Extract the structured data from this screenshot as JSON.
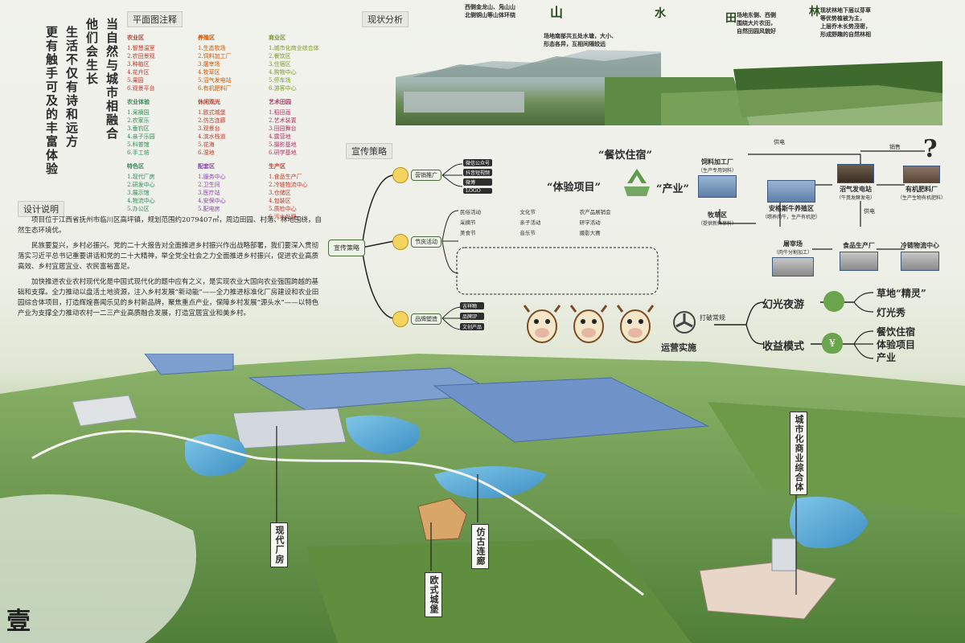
{
  "header": {
    "legend_title": "平面图注释",
    "status_title": "现状分析",
    "promo_title": "宣传策略",
    "design_title": "设计说明"
  },
  "slogan": {
    "lines": [
      "当自然与城市相融合",
      "他们会生长",
      "生活不仅有诗和远方",
      "更有触手可及的丰富体验"
    ]
  },
  "legend": {
    "columns": [
      {
        "head": "农业区",
        "color": "#c0392b",
        "items": [
          "1.智慧温室",
          "2.农田景观",
          "3.种植区",
          "4.花卉区",
          "5.果园",
          "6.观景平台"
        ]
      },
      {
        "head": "养殖区",
        "color": "#d35400",
        "items": [
          "1.生态牧场",
          "2.饲料加工厂",
          "3.屠宰场",
          "4.牧草区",
          "5.沼气发电站",
          "6.有机肥料厂"
        ]
      },
      {
        "head": "商业区",
        "color": "#7a9a2a",
        "items": [
          "1.城市化商业综合体",
          "2.餐饮区",
          "3.住宿区",
          "4.购物中心",
          "5.停车场",
          "6.游客中心"
        ]
      },
      {
        "head": "农业体验",
        "color": "#2e8b57",
        "items": [
          "1.采摘园",
          "2.农家乐",
          "3.垂钓区",
          "4.亲子乐园",
          "5.科普馆",
          "6.手工坊"
        ]
      },
      {
        "head": "休闲观光",
        "color": "#c0392b",
        "items": [
          "1.欧式城堡",
          "2.仿古连廊",
          "3.观景台",
          "4.滨水栈道",
          "5.花海",
          "6.湿地"
        ]
      },
      {
        "head": "艺术田园",
        "color": "#b03a6a",
        "items": [
          "1.稻田画",
          "2.艺术装置",
          "3.田园舞台",
          "4.露营地",
          "5.摄影基地",
          "6.研学基地"
        ]
      },
      {
        "head": "特色区",
        "color": "#2e8b57",
        "items": [
          "1.现代厂房",
          "2.研发中心",
          "3.展示馆",
          "4.物流中心",
          "5.办公区"
        ]
      },
      {
        "head": "配套区",
        "color": "#8e44ad",
        "items": [
          "1.服务中心",
          "2.卫生间",
          "3.医疗站",
          "4.安保中心",
          "5.配电房"
        ]
      },
      {
        "head": "生产区",
        "color": "#c0392b",
        "items": [
          "1.食品生产厂",
          "2.冷链物流中心",
          "3.仓储区",
          "4.包装区",
          "5.质检中心",
          "6.污水处理"
        ]
      }
    ]
  },
  "status": {
    "mountain_glyph": "山",
    "water_glyph": "水",
    "field_glyph": "田",
    "forest_glyph": "林",
    "mountain_text": "西侧金龙山、凫山山\n北侧铜山等山体环绕",
    "water_text": "场地南部共五处水塘，大小、\n形态各异，互相间隔较远",
    "field_text": "场地东侧、西侧\n围绕大片农田，\n自然田园风貌好",
    "forest_text": "现状林地下层以芽草\n等优势植被为主，\n上层乔木长势茂密，\n形成野趣的自然林相"
  },
  "design": {
    "paragraphs": [
      "项目位于江西省抚州市临川区高坪镇，规划范围约2079407㎡，周边田园、村落、林地围绕，自然生态环境优。",
      "民族要复兴，乡村必振兴。党的二十大报告对全面推进乡村振兴作出战略部署，我们要深入贯彻落实习近平总书记重要讲话和党的二十大精神，举全党全社会之力全面推进乡村振兴，促进农业高质高效、乡村宜居宜业、农民富裕富足。",
      "加快推进农业农村现代化是中国式现代化的题中应有之义，是实现农业大国向农业强国跨越的基础和支撑。全力推动以盘活土地资源，注入乡村发展“新动能”——全力推进标准化厂房建设和农业田园综合体项目，打造辉煌喜闻乐见的乡村新品牌，聚焦重点产业，保障乡村发展“源头水”——以特色产业为支撑全力推动农村一二三产业高质融合发展，打造宜居宜业和美乡村。"
    ]
  },
  "strategy": {
    "center": "宣传策略",
    "branches": [
      {
        "name": "营销推广",
        "items": [
          "微信公众号",
          "抖音短视频",
          "微博",
          "LOGO"
        ]
      },
      {
        "name": "节庆活动",
        "items": [
          "民俗活动",
          "文化节",
          "农产品展销会",
          "采摘节",
          "亲子活动",
          "研学活动",
          "美食节",
          "音乐节",
          "摄影大赛"
        ]
      },
      {
        "name": "品牌塑造",
        "items": [
          "吉祥物",
          "品牌IP",
          "文创产品"
        ]
      }
    ]
  },
  "cycle": {
    "top": "“餐饮住宿”",
    "left": "“体验项目”",
    "right": "“产业”"
  },
  "industry": {
    "nodes": [
      "饲料加工厂",
      "安格斯牛养殖区",
      "沼气发电站",
      "有机肥料厂",
      "牧草区",
      "屠宰场",
      "食品生产厂",
      "冷链物流中心"
    ],
    "notes": [
      "（生产专用饲料）",
      "（喂养肉牛，生产有机肥）",
      "（牛粪发酵发电）",
      "（生产生物有机肥料）",
      "（提供新鲜草料）",
      "（肉牛分割加工）"
    ],
    "arrow_labels": [
      "供电",
      "供电",
      "销售"
    ]
  },
  "operation": {
    "title": "运营实施",
    "break": "打破常规",
    "branch1": "幻光夜游",
    "branch2": "收益模式",
    "sub1": [
      "草地“精灵”",
      "灯光秀"
    ],
    "sub2": [
      "餐饮住宿",
      "体验项目",
      "产业"
    ]
  },
  "map_labels": {
    "complex": "城市化商业综合体",
    "factory": "现代厂房",
    "corridor": "仿古连廊",
    "castle": "欧式城堡"
  },
  "page_no": "壹"
}
